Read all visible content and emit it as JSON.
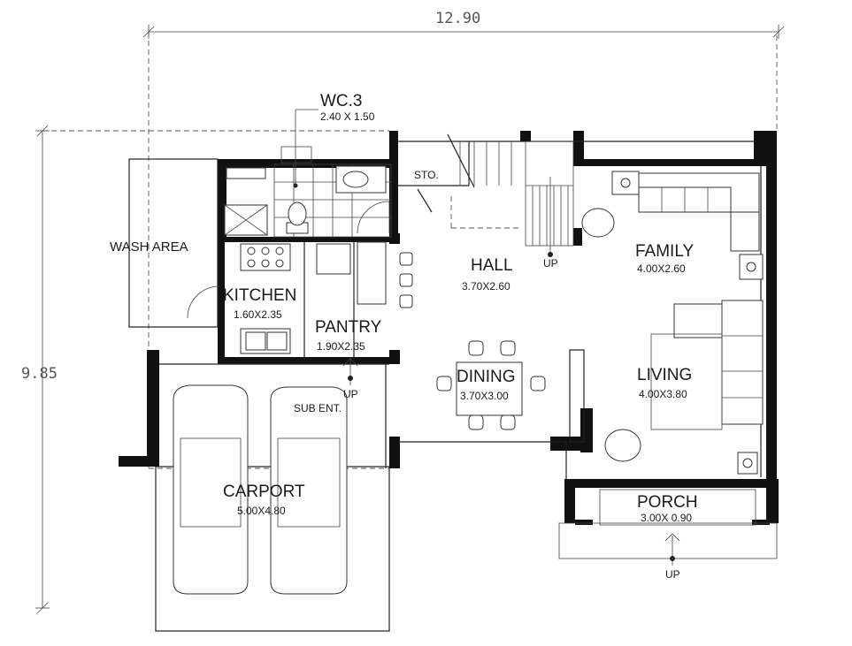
{
  "dimensions": {
    "width": "12.90",
    "height": "9.85"
  },
  "rooms": {
    "wc": {
      "name": "WC.3",
      "size": "2.40 X 1.50"
    },
    "sto": {
      "name": "STO."
    },
    "wash": {
      "name": "WASH AREA"
    },
    "kitchen": {
      "name": "KITCHEN",
      "size": "1.60X2.35"
    },
    "pantry": {
      "name": "PANTRY",
      "size": "1.90X2.35"
    },
    "hall": {
      "name": "HALL",
      "size": "3.70X2.60"
    },
    "family": {
      "name": "FAMILY",
      "size": "4.00X2.60"
    },
    "dining": {
      "name": "DINING",
      "size": "3.70X3.00"
    },
    "living": {
      "name": "LIVING",
      "size": "4.00X3.80"
    },
    "sub_ent": {
      "name": "SUB ENT."
    },
    "carport": {
      "name": "CARPORT",
      "size": "5.00X4.80"
    },
    "porch": {
      "name": "PORCH",
      "size": "3.00X 0.90"
    }
  },
  "up_labels": {
    "stair": "UP",
    "sub_ent": "UP",
    "porch": "UP"
  }
}
